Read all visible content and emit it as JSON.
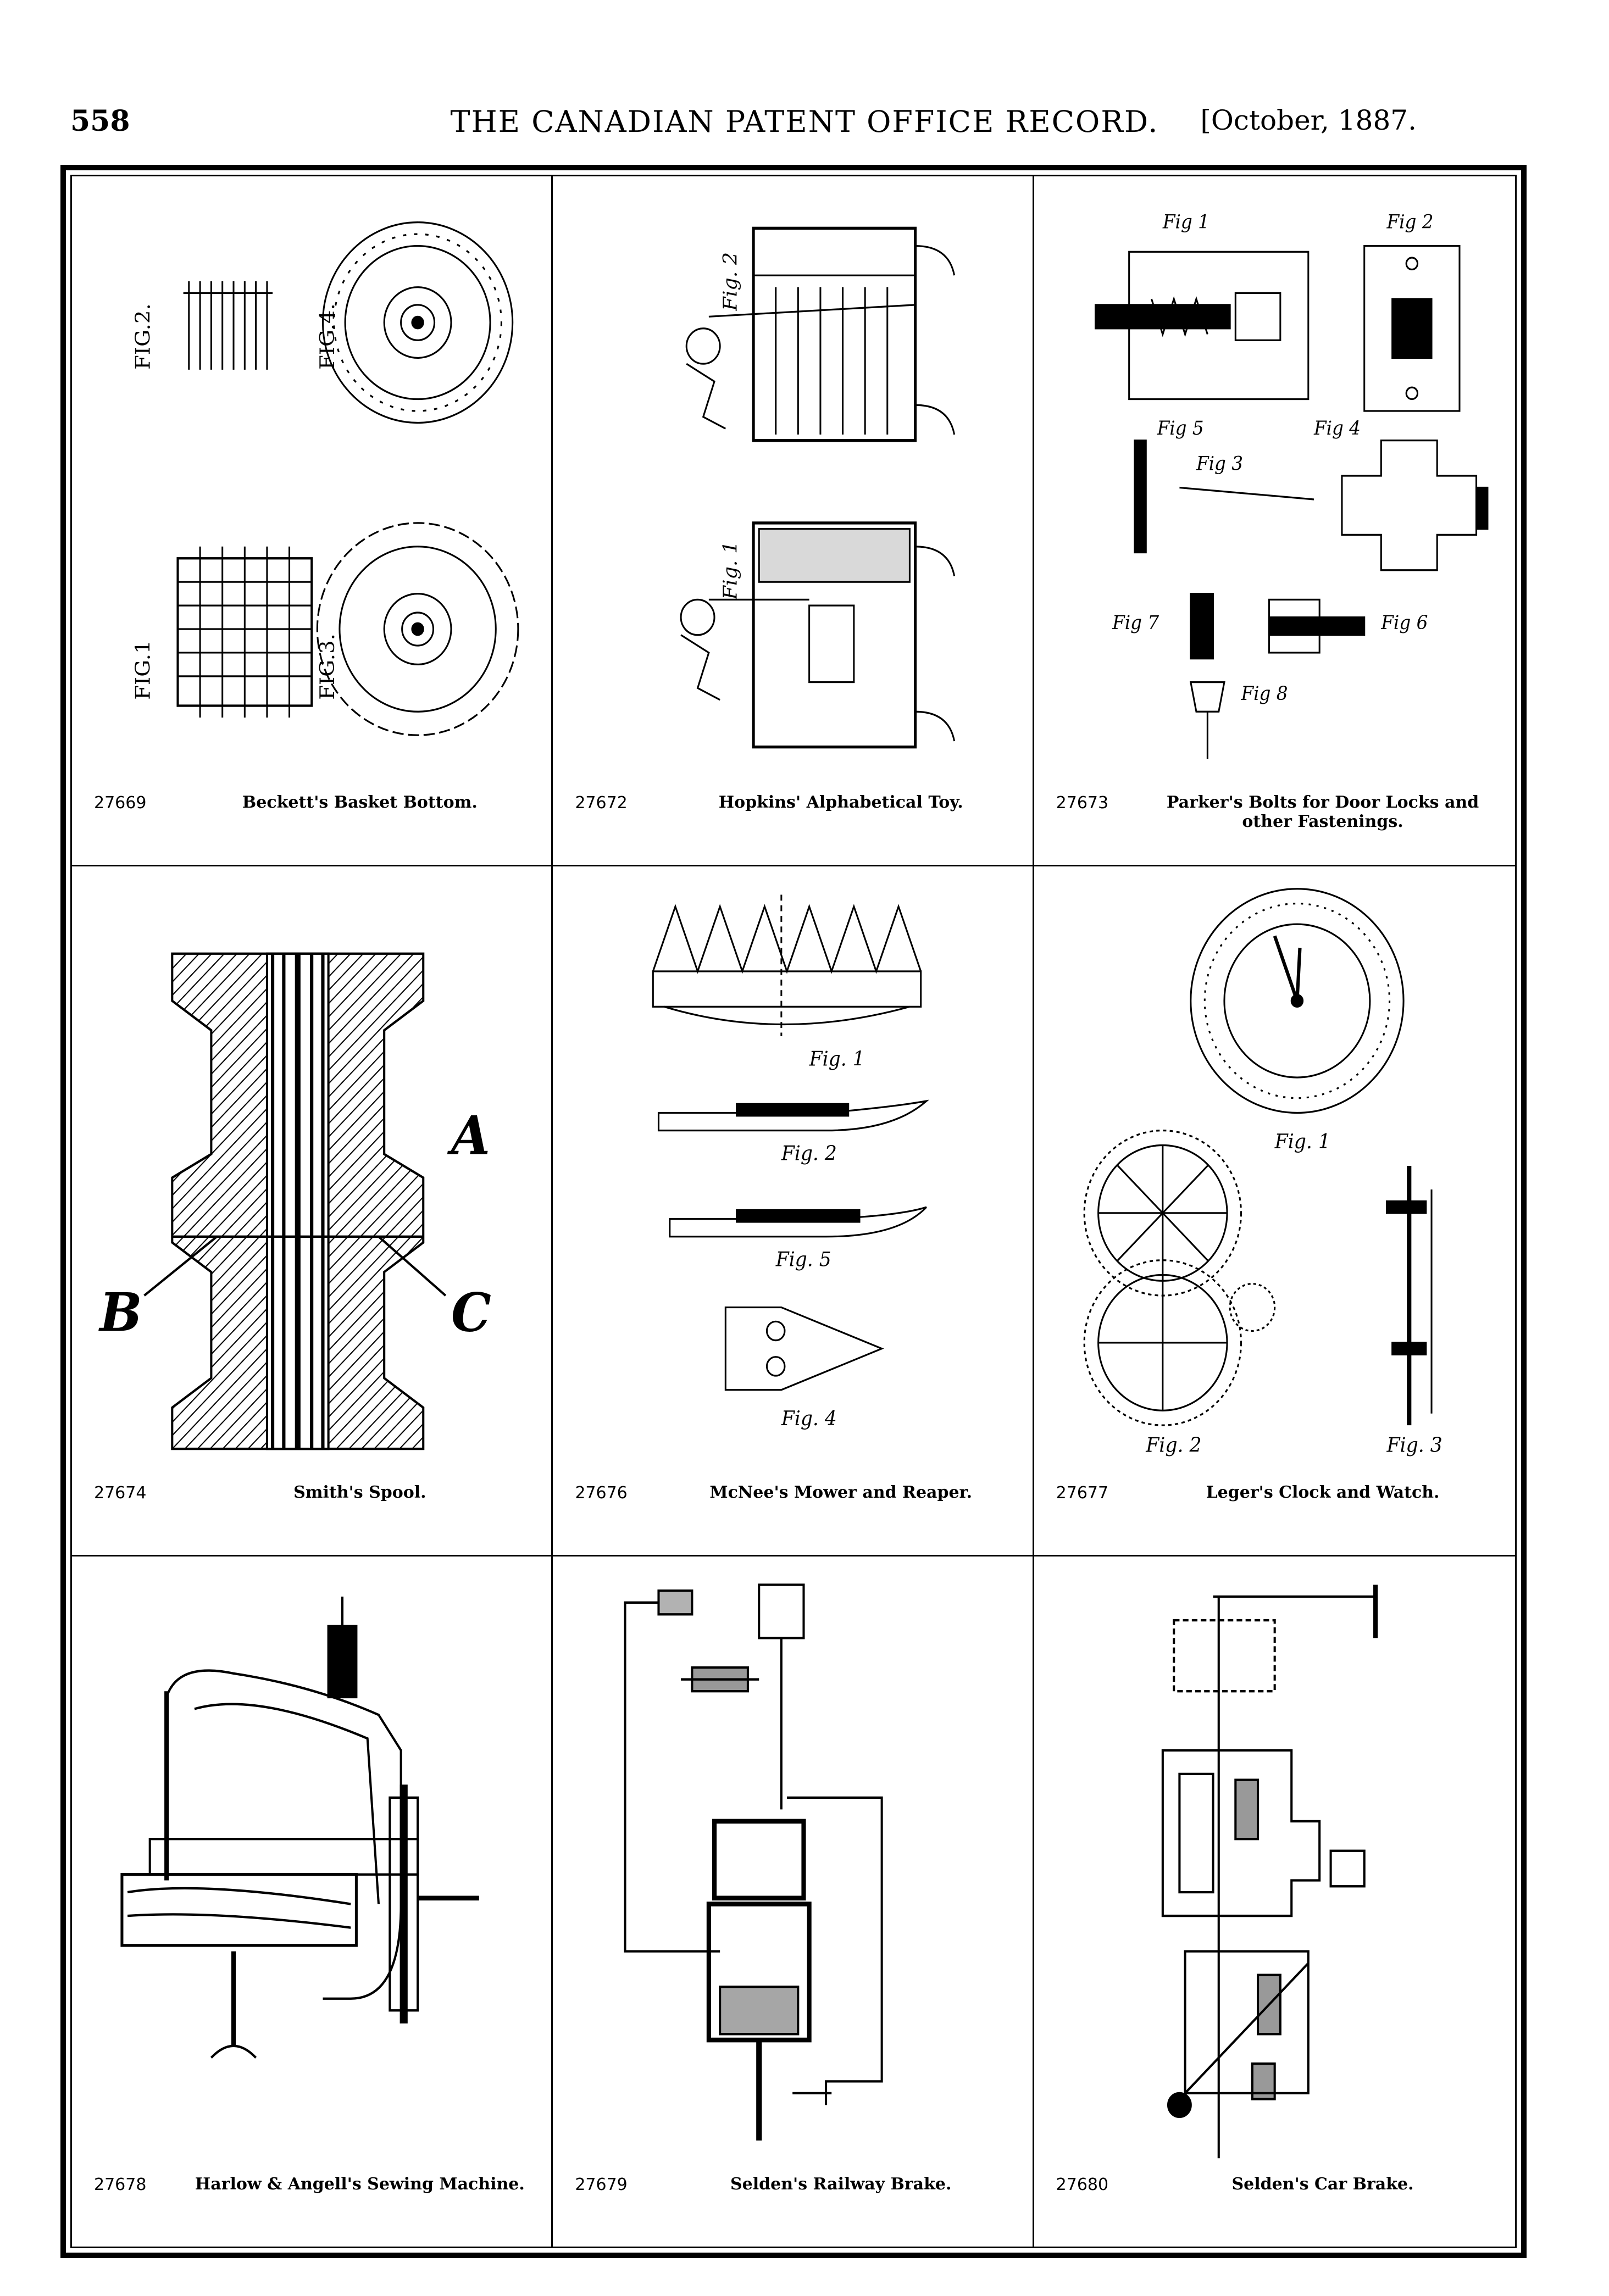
{
  "header": {
    "page_number": "558",
    "journal_title": "THE CANADIAN PATENT OFFICE RECORD.",
    "issue_date": "[October, 1887."
  },
  "patents": [
    {
      "number": "27669",
      "title": "Beckett's Basket Bottom."
    },
    {
      "number": "27672",
      "title": "Hopkins' Alphabetical Toy."
    },
    {
      "number": "27673",
      "title": "Parker's Bolts for Door Locks and other Fastenings."
    },
    {
      "number": "27674",
      "title": "Smith's Spool."
    },
    {
      "number": "27676",
      "title": "McNee's Mower and Reaper."
    },
    {
      "number": "27677",
      "title": "Leger's Clock and Watch."
    },
    {
      "number": "27678",
      "title": "Harlow & Angell's Sewing Machine."
    },
    {
      "number": "27679",
      "title": "Selden's Railway Brake."
    },
    {
      "number": "27680",
      "title": "Selden's Car Brake."
    }
  ],
  "figure_labels": {
    "basket": [
      "FIG.2.",
      "FIG.4.",
      "FIG.1",
      "FIG.3."
    ],
    "toy": [
      "Fig. 2",
      "Fig. 1"
    ],
    "bolts": [
      "Fig 1",
      "Fig 2",
      "Fig 5",
      "Fig 4",
      "Fig 3",
      "Fig 7",
      "Fig 6",
      "Fig 8"
    ],
    "spool": [
      "A",
      "B",
      "C"
    ],
    "mower": [
      "Fig. 1",
      "Fig. 2",
      "Fig. 5",
      "Fig. 4"
    ],
    "clock": [
      "Fig. 1",
      "Fig. 2",
      "Fig. 3"
    ]
  }
}
